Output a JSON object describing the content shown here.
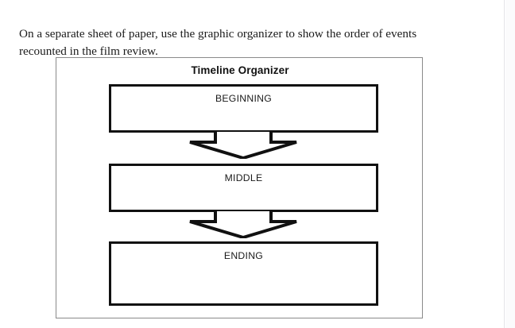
{
  "document": {
    "instruction": "On a separate sheet of paper, use the graphic organizer to show the order of events recounted in the film review."
  },
  "organizer": {
    "title": "Timeline Organizer",
    "frame_border_color": "#8a8a8a",
    "box_border_color": "#111111",
    "stages": [
      {
        "label": "BEGINNING",
        "order": 1
      },
      {
        "label": "MIDDLE",
        "order": 2
      },
      {
        "label": "ENDING",
        "order": 3
      }
    ],
    "connectors": [
      {
        "from": "BEGINNING",
        "to": "MIDDLE",
        "glyph": "down-arrow"
      },
      {
        "from": "MIDDLE",
        "to": "ENDING",
        "glyph": "down-arrow"
      }
    ]
  }
}
